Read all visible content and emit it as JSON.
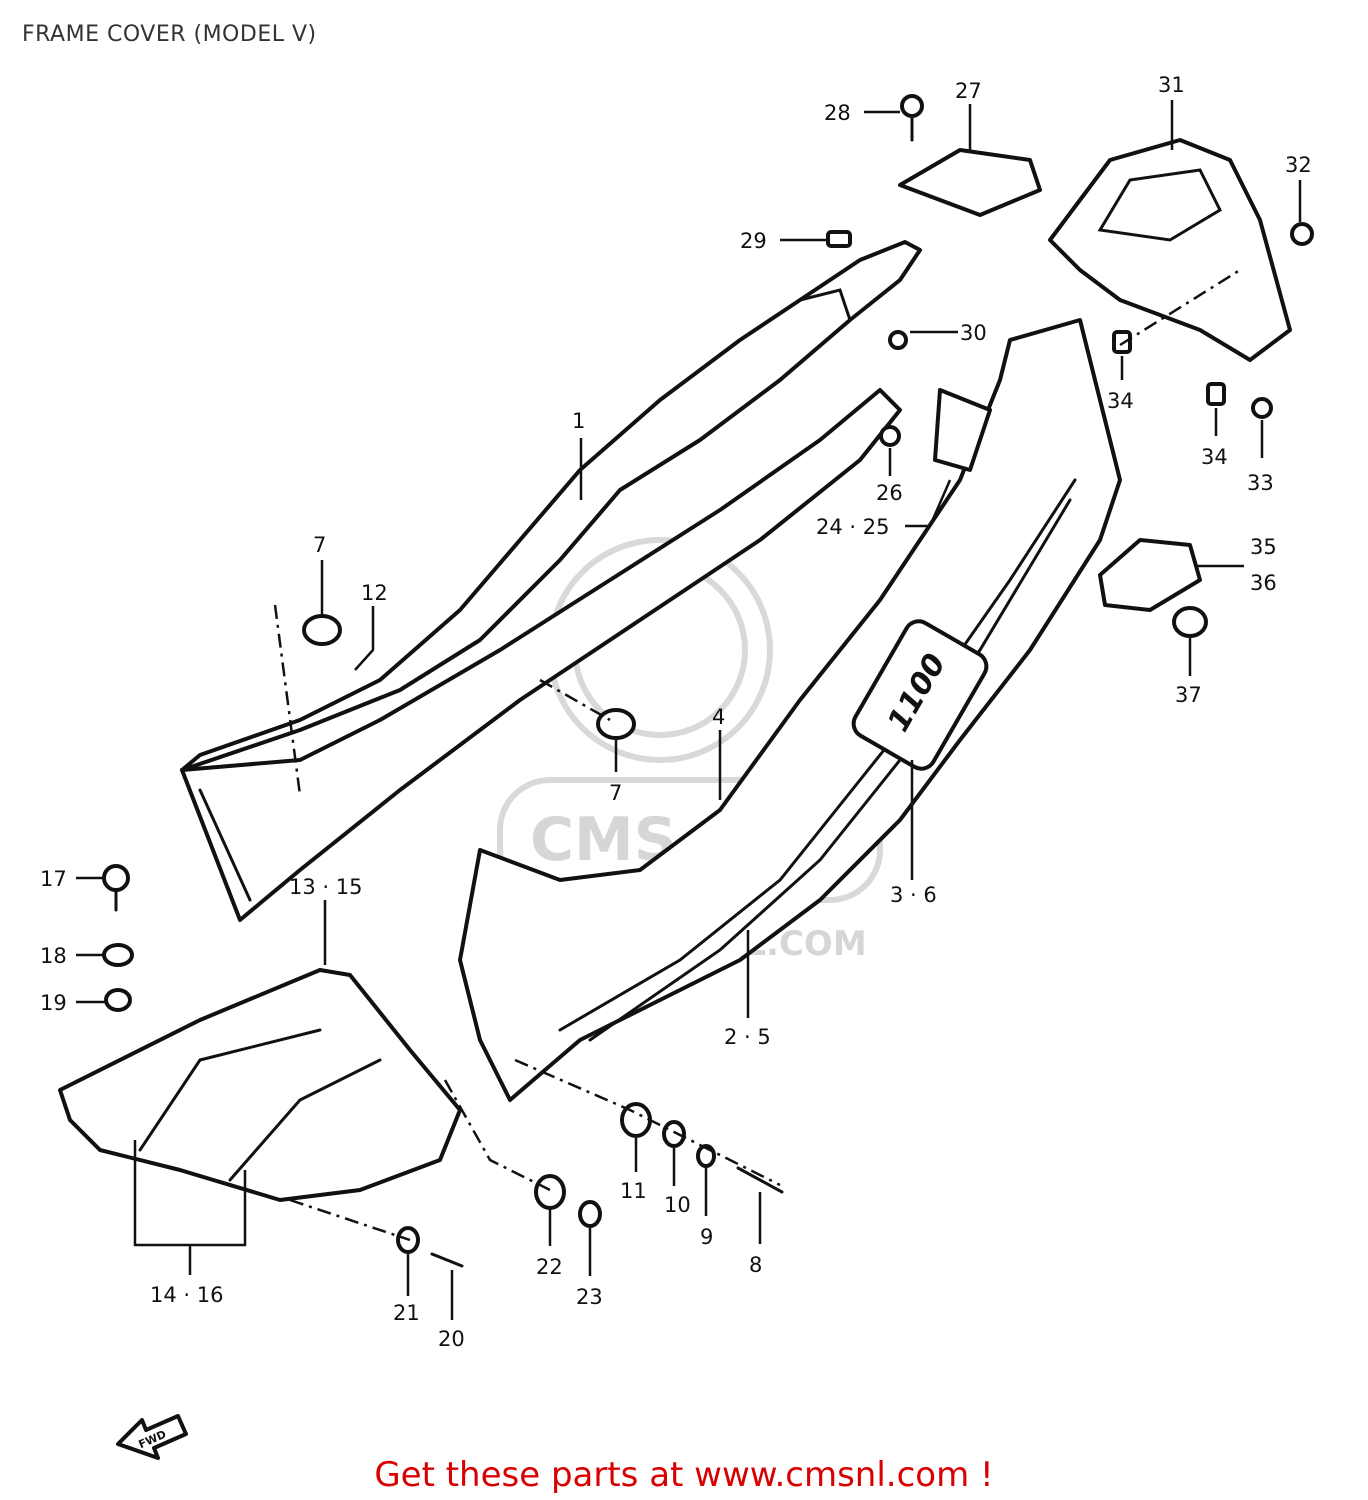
{
  "title": "FRAME COVER (MODEL V)",
  "watermark": {
    "text": "WWW.CMSNL.COM",
    "logo": "CMS"
  },
  "footer": {
    "text": "Get these parts at www.cmsnl.com !",
    "color": "#d80000"
  },
  "emblem_text": "1100",
  "direction_arrow": {
    "text": "FWD",
    "icon": "forward-arrow-icon"
  },
  "callouts": {
    "c1": "1",
    "c2_5": "2 · 5",
    "c3_6": "3 · 6",
    "c4": "4",
    "c7a": "7",
    "c7b": "7",
    "c8": "8",
    "c9": "9",
    "c10": "10",
    "c11": "11",
    "c12": "12",
    "c13_15": "13 · 15",
    "c14_16": "14 · 16",
    "c17": "17",
    "c18": "18",
    "c19": "19",
    "c20": "20",
    "c21": "21",
    "c22": "22",
    "c23": "23",
    "c24_25": "24 · 25",
    "c26": "26",
    "c27": "27",
    "c28": "28",
    "c29": "29",
    "c30": "30",
    "c31": "31",
    "c32": "32",
    "c33": "33",
    "c34a": "34",
    "c34b": "34",
    "c35": "35",
    "c36": "36",
    "c37": "37"
  }
}
